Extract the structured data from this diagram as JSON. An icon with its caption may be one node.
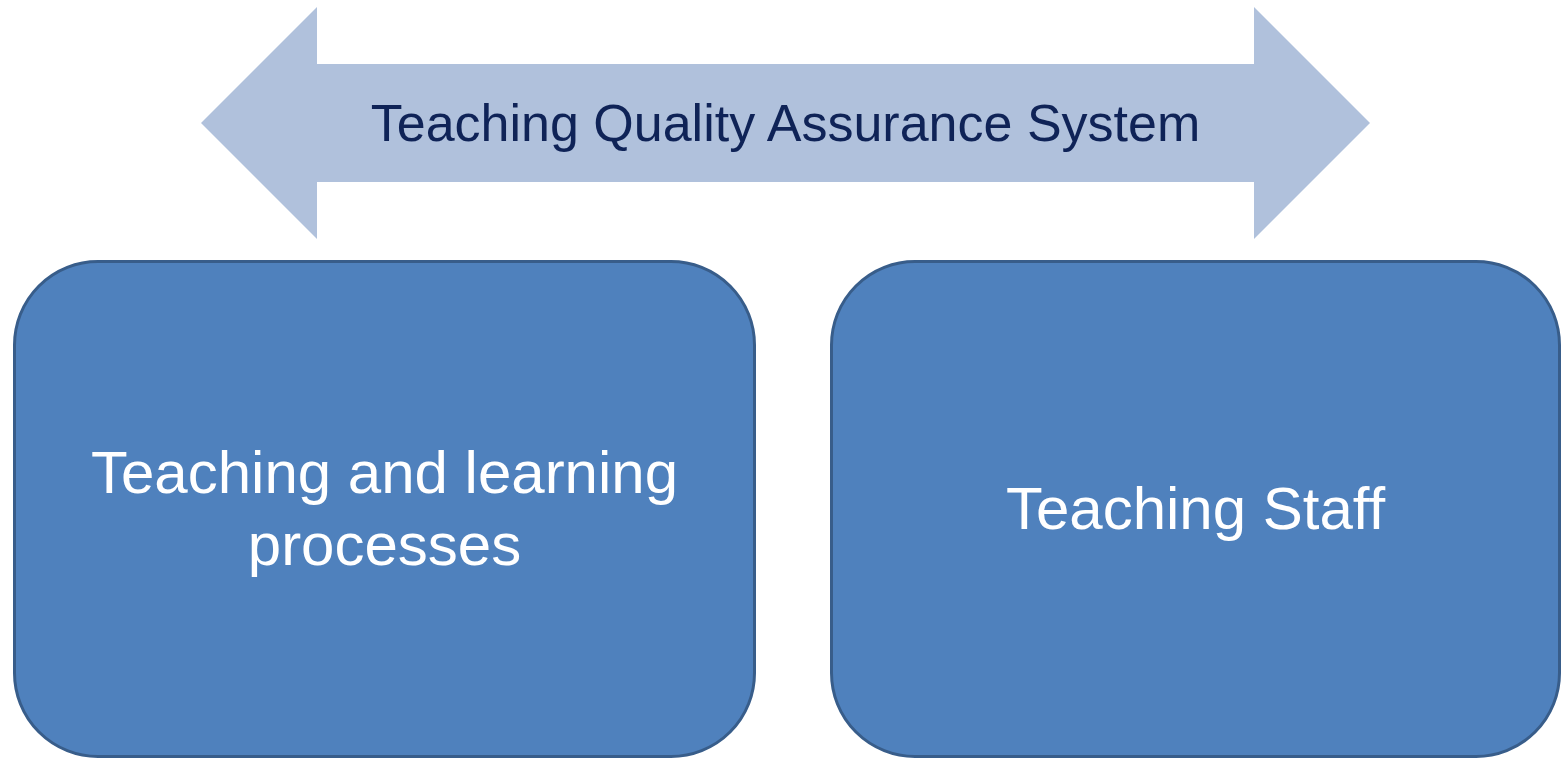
{
  "diagram": {
    "nodes": [
      {
        "text": [
          "Teaching Quality Assurance System"
        ]
      },
      {
        "text": [
          "Teaching and learning processes"
        ]
      },
      {
        "text": [
          "Teaching Staff"
        ]
      }
    ]
  }
}
